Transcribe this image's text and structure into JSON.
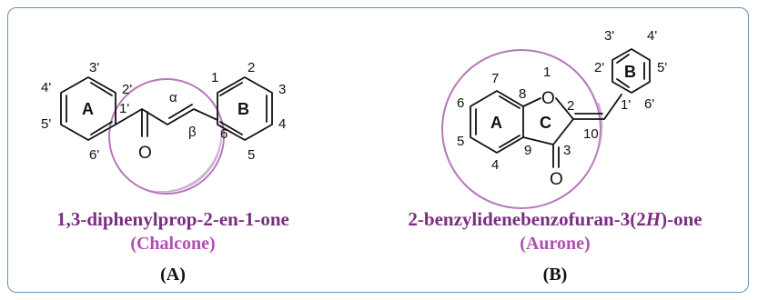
{
  "colors": {
    "frame": "#6a8fb8",
    "caption_main": "#7b2d82",
    "caption_sub": "#b04fb0",
    "highlight": "#b577b8"
  },
  "panel_a": {
    "name": "1,3-diphenylprop-2-en-1-one",
    "common_name": "(Chalcone)",
    "label": "(A)",
    "ring_a_label": "A",
    "ring_b_label": "B",
    "atoms": {
      "p2": "2'",
      "p3": "3'",
      "p4": "4'",
      "p5": "5'",
      "p6": "6'",
      "p1": "1'",
      "alpha": "α",
      "beta": "β",
      "oxygen": "O",
      "n1": "1",
      "n2": "2",
      "n3": "3",
      "n4": "4",
      "n5": "5",
      "n6": "6"
    }
  },
  "panel_b": {
    "name_prefix": "2-benzylidenebenzofuran-3(2",
    "name_italic": "H",
    "name_suffix": ")-one",
    "common_name": "(Aurone)",
    "label": "(B)",
    "ring_a_label": "A",
    "ring_c_label": "C",
    "ring_b_label": "B",
    "atoms": {
      "n7": "7",
      "n8": "8",
      "n1": "1",
      "ring_oxygen": "O",
      "n2": "2",
      "n6": "6",
      "n5": "5",
      "n4": "4",
      "n9": "9",
      "n3": "3",
      "carbonyl_oxygen": "O",
      "n10": "10",
      "p1": "1'",
      "p2": "2'",
      "p3": "3'",
      "p4": "4'",
      "p5": "5'",
      "p6": "6'"
    }
  }
}
